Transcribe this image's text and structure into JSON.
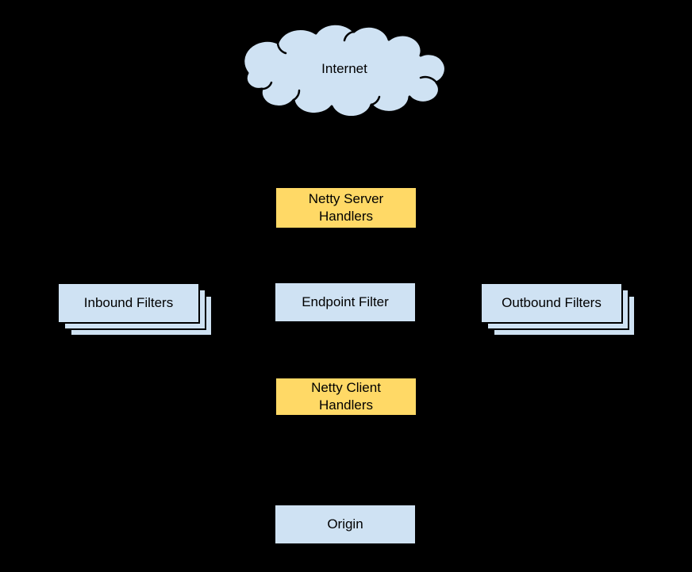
{
  "diagram": {
    "colors": {
      "bg": "#000000",
      "node_blue": "#cfe2f3",
      "node_yellow": "#ffd966",
      "outline": "#000000",
      "text": "#000000"
    },
    "nodes": {
      "internet": {
        "label": "Internet",
        "shape": "cloud"
      },
      "netty_server": {
        "line1": "Netty Server",
        "line2": "Handlers",
        "shape": "rect-yellow"
      },
      "inbound_filters": {
        "label": "Inbound Filters",
        "shape": "stacked-rect",
        "sheets": 3
      },
      "endpoint_filter": {
        "label": "Endpoint Filter",
        "shape": "rect-blue"
      },
      "outbound_filters": {
        "label": "Outbound Filters",
        "shape": "stacked-rect",
        "sheets": 3
      },
      "netty_client": {
        "line1": "Netty Client",
        "line2": "Handlers",
        "shape": "rect-yellow"
      },
      "origin": {
        "label": "Origin",
        "shape": "rect-blue"
      }
    }
  }
}
